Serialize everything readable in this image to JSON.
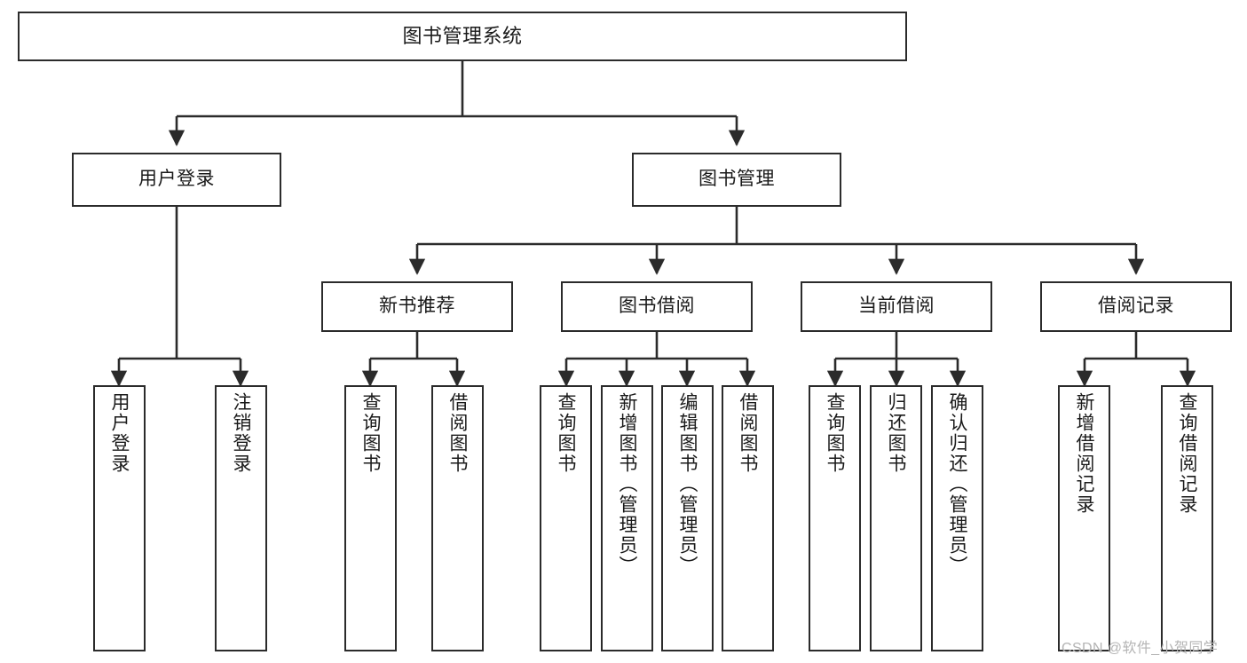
{
  "diagram": {
    "title": "图书管理系统",
    "type": "tree-hierarchy",
    "levels": 4,
    "colors": {
      "stroke": "#2b2b2b",
      "fill": "#ffffff",
      "text": "#1a1a1a",
      "watermark": "#b4b4b4"
    },
    "root": {
      "label": "图书管理系统"
    },
    "level2": [
      {
        "label": "用户登录"
      },
      {
        "label": "图书管理"
      }
    ],
    "level3": [
      {
        "label": "新书推荐"
      },
      {
        "label": "图书借阅"
      },
      {
        "label": "当前借阅"
      },
      {
        "label": "借阅记录"
      }
    ],
    "leaves": {
      "user_login": [
        {
          "label": "用户登录"
        },
        {
          "label": "注销登录"
        }
      ],
      "new_book_recommend": [
        {
          "label": "查询图书"
        },
        {
          "label": "借阅图书"
        }
      ],
      "book_borrow": [
        {
          "label": "查询图书"
        },
        {
          "label": "新增图书（管理员）"
        },
        {
          "label": "编辑图书（管理员）"
        },
        {
          "label": "借阅图书"
        }
      ],
      "current_borrow": [
        {
          "label": "查询图书"
        },
        {
          "label": "归还图书"
        },
        {
          "label": "确认归还（管理员）"
        }
      ],
      "borrow_record": [
        {
          "label": "新增借阅记录"
        },
        {
          "label": "查询借阅记录"
        }
      ]
    }
  },
  "watermark": {
    "text": "CSDN @软件_小贺同学"
  }
}
